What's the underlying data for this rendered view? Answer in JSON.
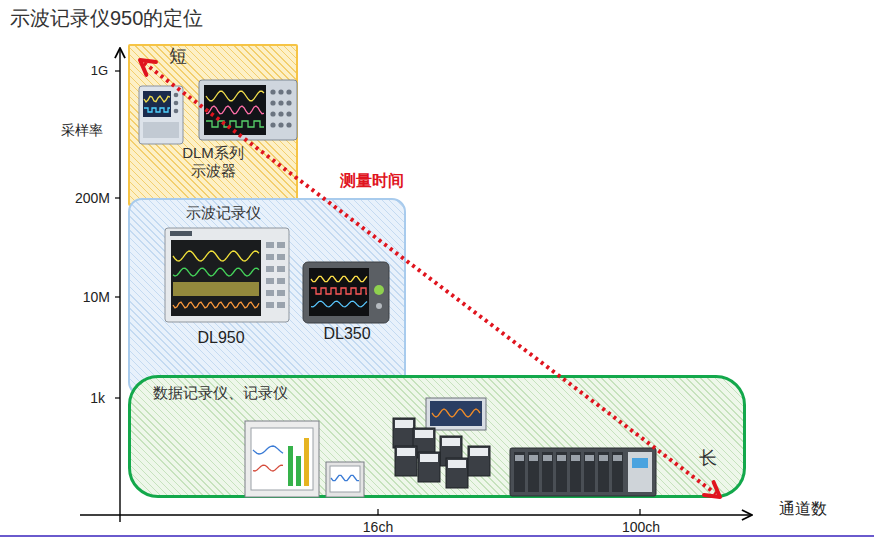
{
  "diagram": {
    "title": "示波记录仪950的定位",
    "nodes": [
      {
        "text": [
          "DLM系列 示波器"
        ]
      },
      {
        "text": [
          "示波记录仪"
        ]
      },
      {
        "text": [
          "数据记录仪、记录仪"
        ]
      }
    ],
    "labels": [
      "1G",
      "200M",
      "10M",
      "1k",
      "采样率",
      "16ch",
      "100ch",
      "通道数",
      "DL950",
      "DL350",
      "短",
      "测量时间",
      "长"
    ]
  }
}
